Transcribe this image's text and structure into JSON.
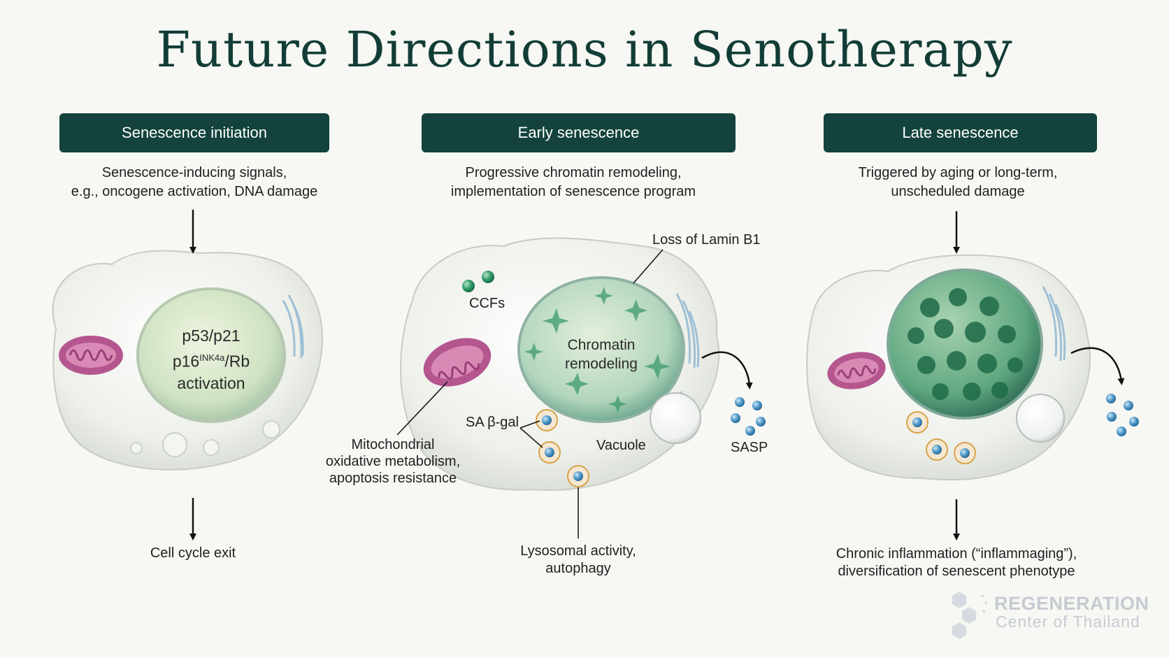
{
  "title": "Future Directions in Senotherapy",
  "stages": [
    {
      "header": "Senescence initiation",
      "desc_line1": "Senescence-inducing signals,",
      "desc_line2": "e.g., oncogene activation, DNA damage",
      "nucleus_line1": "p53/p21",
      "nucleus_line2_base": "p16",
      "nucleus_line2_sup": "INK4a",
      "nucleus_line2_rest": "/Rb",
      "nucleus_line3": "activation",
      "outcome": "Cell cycle exit"
    },
    {
      "header": "Early senescence",
      "desc_line1": "Progressive chromatin remodeling,",
      "desc_line2": "implementation of senescence program",
      "nucleus_line1": "Chromatin",
      "nucleus_line2": "remodeling",
      "labels": {
        "lamin": "Loss of Lamin B1",
        "ccfs": "CCFs",
        "sa_bgal": "SA β-gal",
        "vacuole": "Vacuole",
        "sasp": "SASP",
        "mito_line1": "Mitochondrial",
        "mito_line2": "oxidative metabolism,",
        "mito_line3": "apoptosis resistance",
        "lyso_line1": "Lysosomal activity,",
        "lyso_line2": "autophagy"
      }
    },
    {
      "header": "Late senescence",
      "desc_line1": "Triggered by aging or long-term,",
      "desc_line2": "unscheduled damage",
      "outcome_line1": "Chronic inflammation (“inflammaging”),",
      "outcome_line2": "diversification of senescent phenotype"
    }
  ],
  "watermark": {
    "line1": "REGENERATION",
    "line2": "Center of Thailand"
  },
  "colors": {
    "header_bg": "#13433c",
    "title": "#123d36",
    "mitochondria": "#b5568f",
    "nucleus_green": "#2f9a6a",
    "sasp_blue": "#4b97c7"
  }
}
